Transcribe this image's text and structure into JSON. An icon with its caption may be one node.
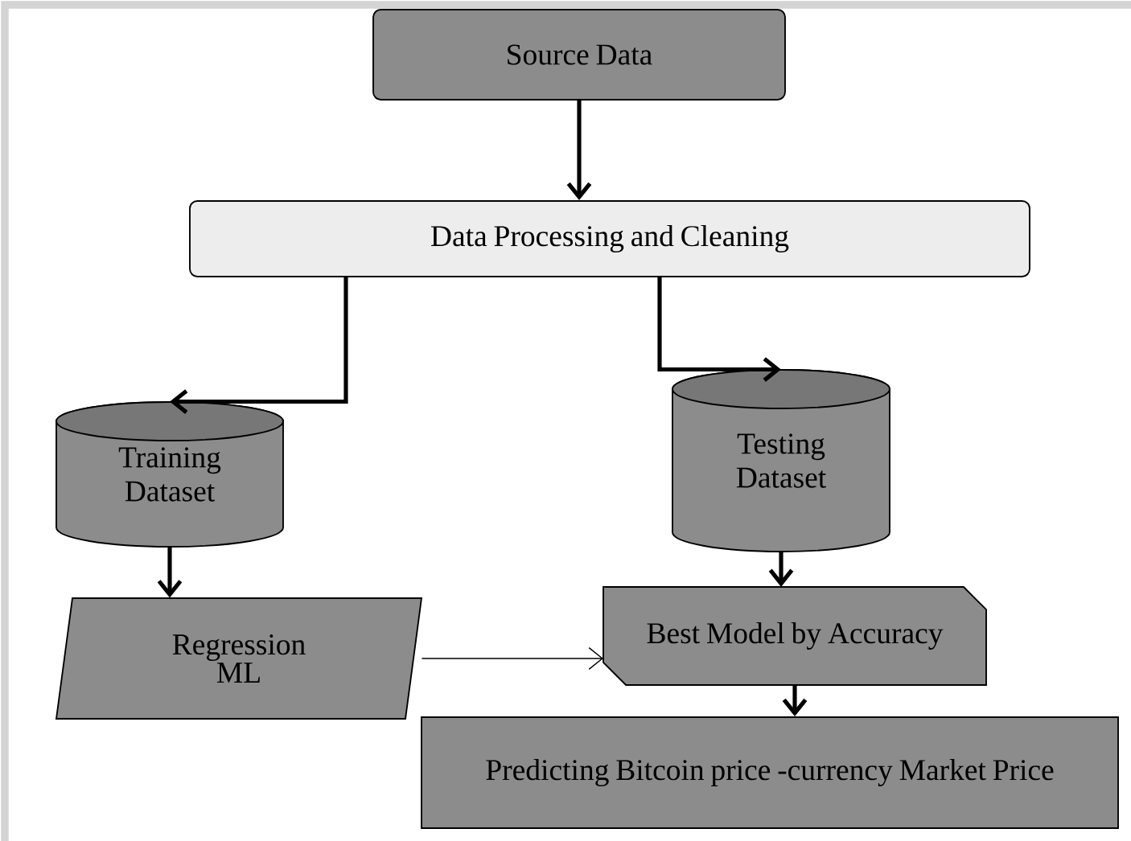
{
  "diagram": {
    "nodes": [
      {
        "text": [
          "Source Data"
        ]
      },
      {
        "text": [
          "Data Processing and Cleaning"
        ]
      },
      {
        "text": [
          "Training Dataset"
        ]
      },
      {
        "text": [
          "Testing Dataset"
        ]
      },
      {
        "text": [
          "Regression ML"
        ]
      },
      {
        "text": [
          "Best Model by Accuracy"
        ]
      },
      {
        "text": [
          "Predicting Bitcoin price -currency Market Price"
        ]
      }
    ],
    "edges": [
      {
        "from": 0,
        "to": 1,
        "arrow": "to"
      },
      {
        "from": 1,
        "to": 2,
        "arrow": "to"
      },
      {
        "from": 1,
        "to": 3,
        "arrow": "to"
      },
      {
        "from": 2,
        "to": 4,
        "arrow": "to"
      },
      {
        "from": 3,
        "to": 5,
        "arrow": "to"
      },
      {
        "from": 4,
        "to": 5,
        "arrow": "to"
      },
      {
        "from": 5,
        "to": 6,
        "arrow": "to"
      }
    ]
  }
}
